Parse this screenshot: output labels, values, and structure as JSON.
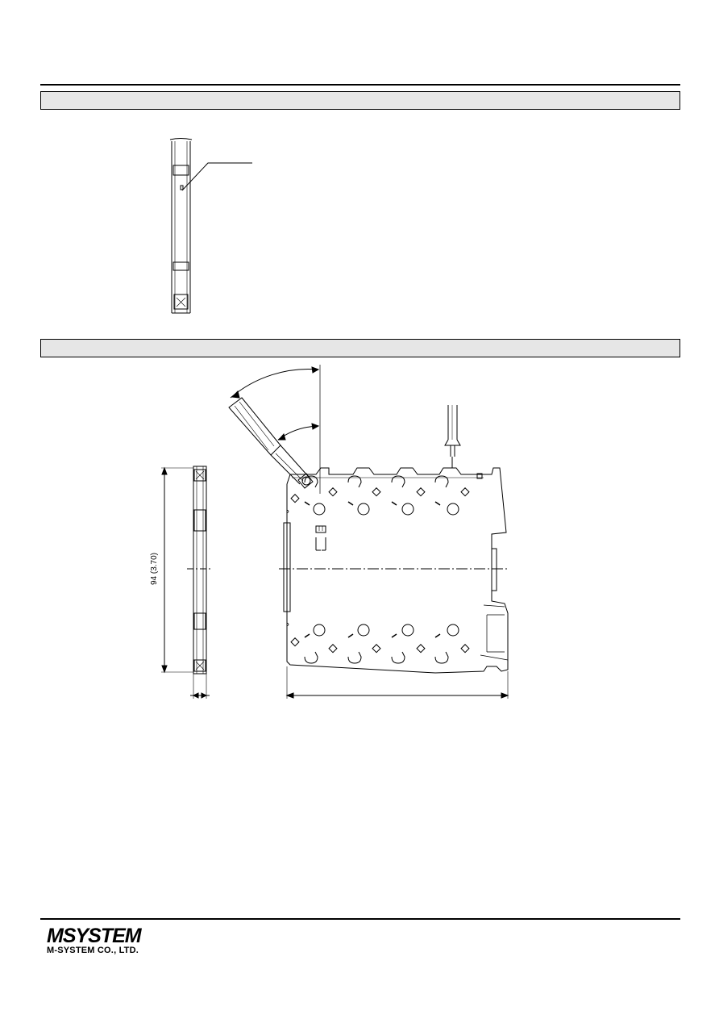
{
  "header": {
    "section_1_title": "",
    "section_2_title": ""
  },
  "drawing": {
    "height_dimension_label": "94 (3.70)"
  },
  "footer": {
    "logo_icon": "msystem-logo-icon",
    "logo_text": "MSYSTEM",
    "company_name": "M-SYSTEM CO., LTD."
  },
  "colors": {
    "line": "#000000",
    "section_bar_fill": "#e6e6e6"
  }
}
